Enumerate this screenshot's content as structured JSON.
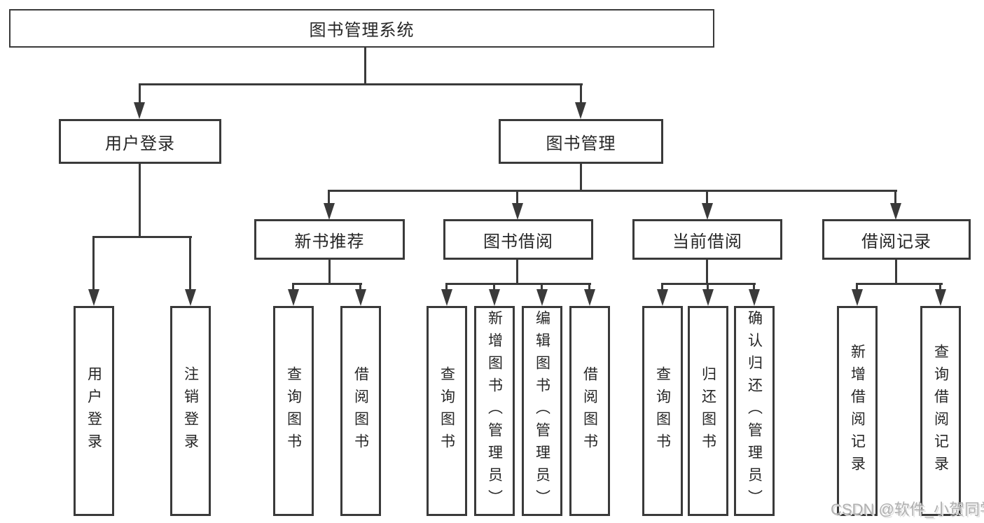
{
  "nodes": {
    "root": "图书管理系统",
    "user_login": "用户登录",
    "book_management": "图书管理",
    "new_book_recommend": "新书推荐",
    "book_borrow": "图书借阅",
    "current_borrow": "当前借阅",
    "borrow_record": "借阅记录"
  },
  "leaves": {
    "user_login": [
      "用户登录",
      "注销登录"
    ],
    "new_book_recommend": [
      "查询图书",
      "借阅图书"
    ],
    "book_borrow": [
      "查询图书",
      "新增图书（管理员）",
      "编辑图书（管理员）",
      "借阅图书"
    ],
    "current_borrow": [
      "查询图书",
      "归还图书",
      "确认归还（管理员）"
    ],
    "borrow_record": [
      "新增借阅记录",
      "查询借阅记录"
    ]
  },
  "watermark": "CSDN @软件_小贺同学",
  "colors": {
    "line": "#3a3a3a",
    "box_border": "#3a3a3a",
    "text": "#262626",
    "background": "#ffffff",
    "watermark": "#b0b0b0",
    "watermark_shadow": "#e3e3e3"
  }
}
